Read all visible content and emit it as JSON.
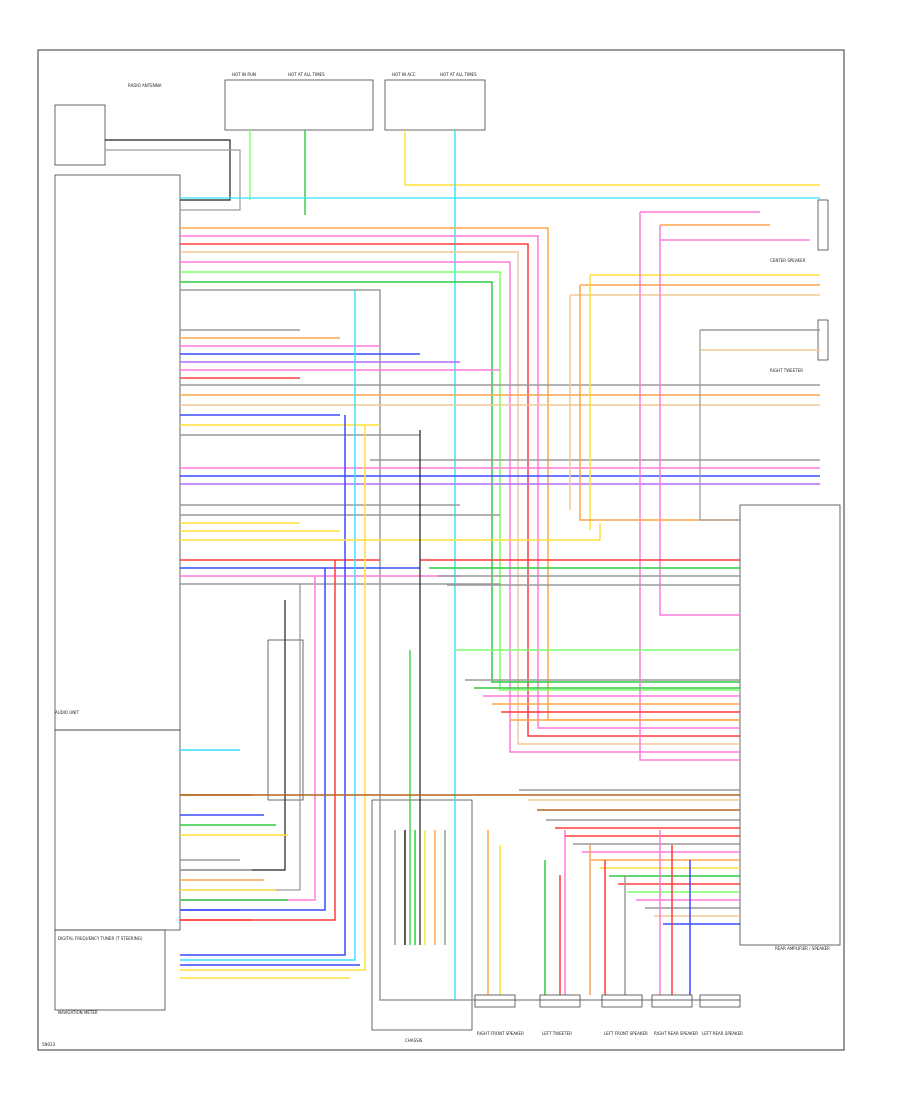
{
  "labels": {
    "radio_antenna": "RADIO ANTENNA",
    "audio_unit": "AUDIO UNIT",
    "nav_control": "NAVIGATION METER",
    "vehicle_speed": "DIGITAL FREQUENCY TUNER (T STEERING)",
    "chassis_ground": "CHASSIS",
    "footer_id": "5N023",
    "rear_amp_unit": "REAR AMPLIFIER / SPEAKER",
    "center_speaker": "CENTER SPEAKER",
    "front_tweeter_right": "RIGHT TWEETER",
    "fuse_1": "HOT IN RUN",
    "fuse_2": "HOT AT ALL TIMES",
    "fuse_3": "HOT IN ACC",
    "fuse_4": "HOT AT ALL TIMES"
  },
  "bottom_speakers": [
    {
      "label": "RIGHT FRONT SPEAKER"
    },
    {
      "label": "LEFT TWEETER"
    },
    {
      "label": "LEFT FRONT SPEAKER"
    },
    {
      "label": "RIGHT REAR SPEAKER"
    },
    {
      "label": "LEFT REAR SPEAKER"
    }
  ],
  "wire_colors": {
    "red": "#ff3b3b",
    "pink": "#ff7ad9",
    "blue": "#3b4dff",
    "green": "#2ecc40",
    "lightgreen": "#7dff6b",
    "yellow": "#ffe135",
    "orange": "#ffa64d",
    "cyan": "#33e0ff",
    "gray": "#9a9a9a",
    "black": "#222222",
    "violet": "#b36bff",
    "brown": "#b5651d",
    "tan": "#f2c894"
  }
}
